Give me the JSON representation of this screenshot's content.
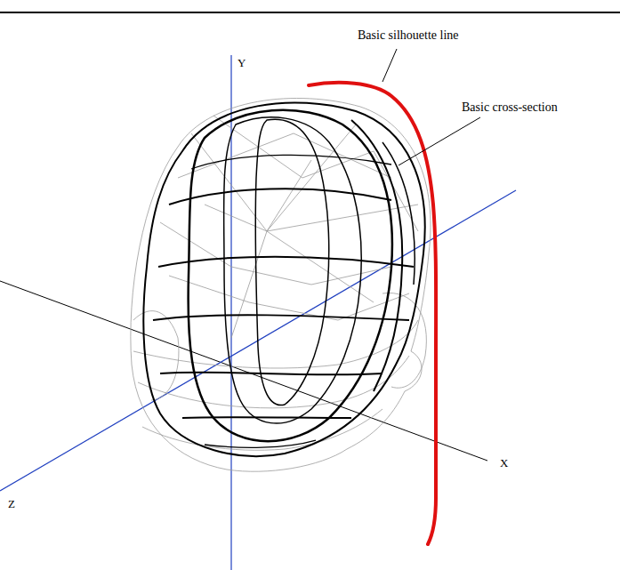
{
  "diagram": {
    "labels": [
      "Basic silhouette line",
      "Basic cross-section",
      "Y",
      "X",
      "Z"
    ]
  }
}
